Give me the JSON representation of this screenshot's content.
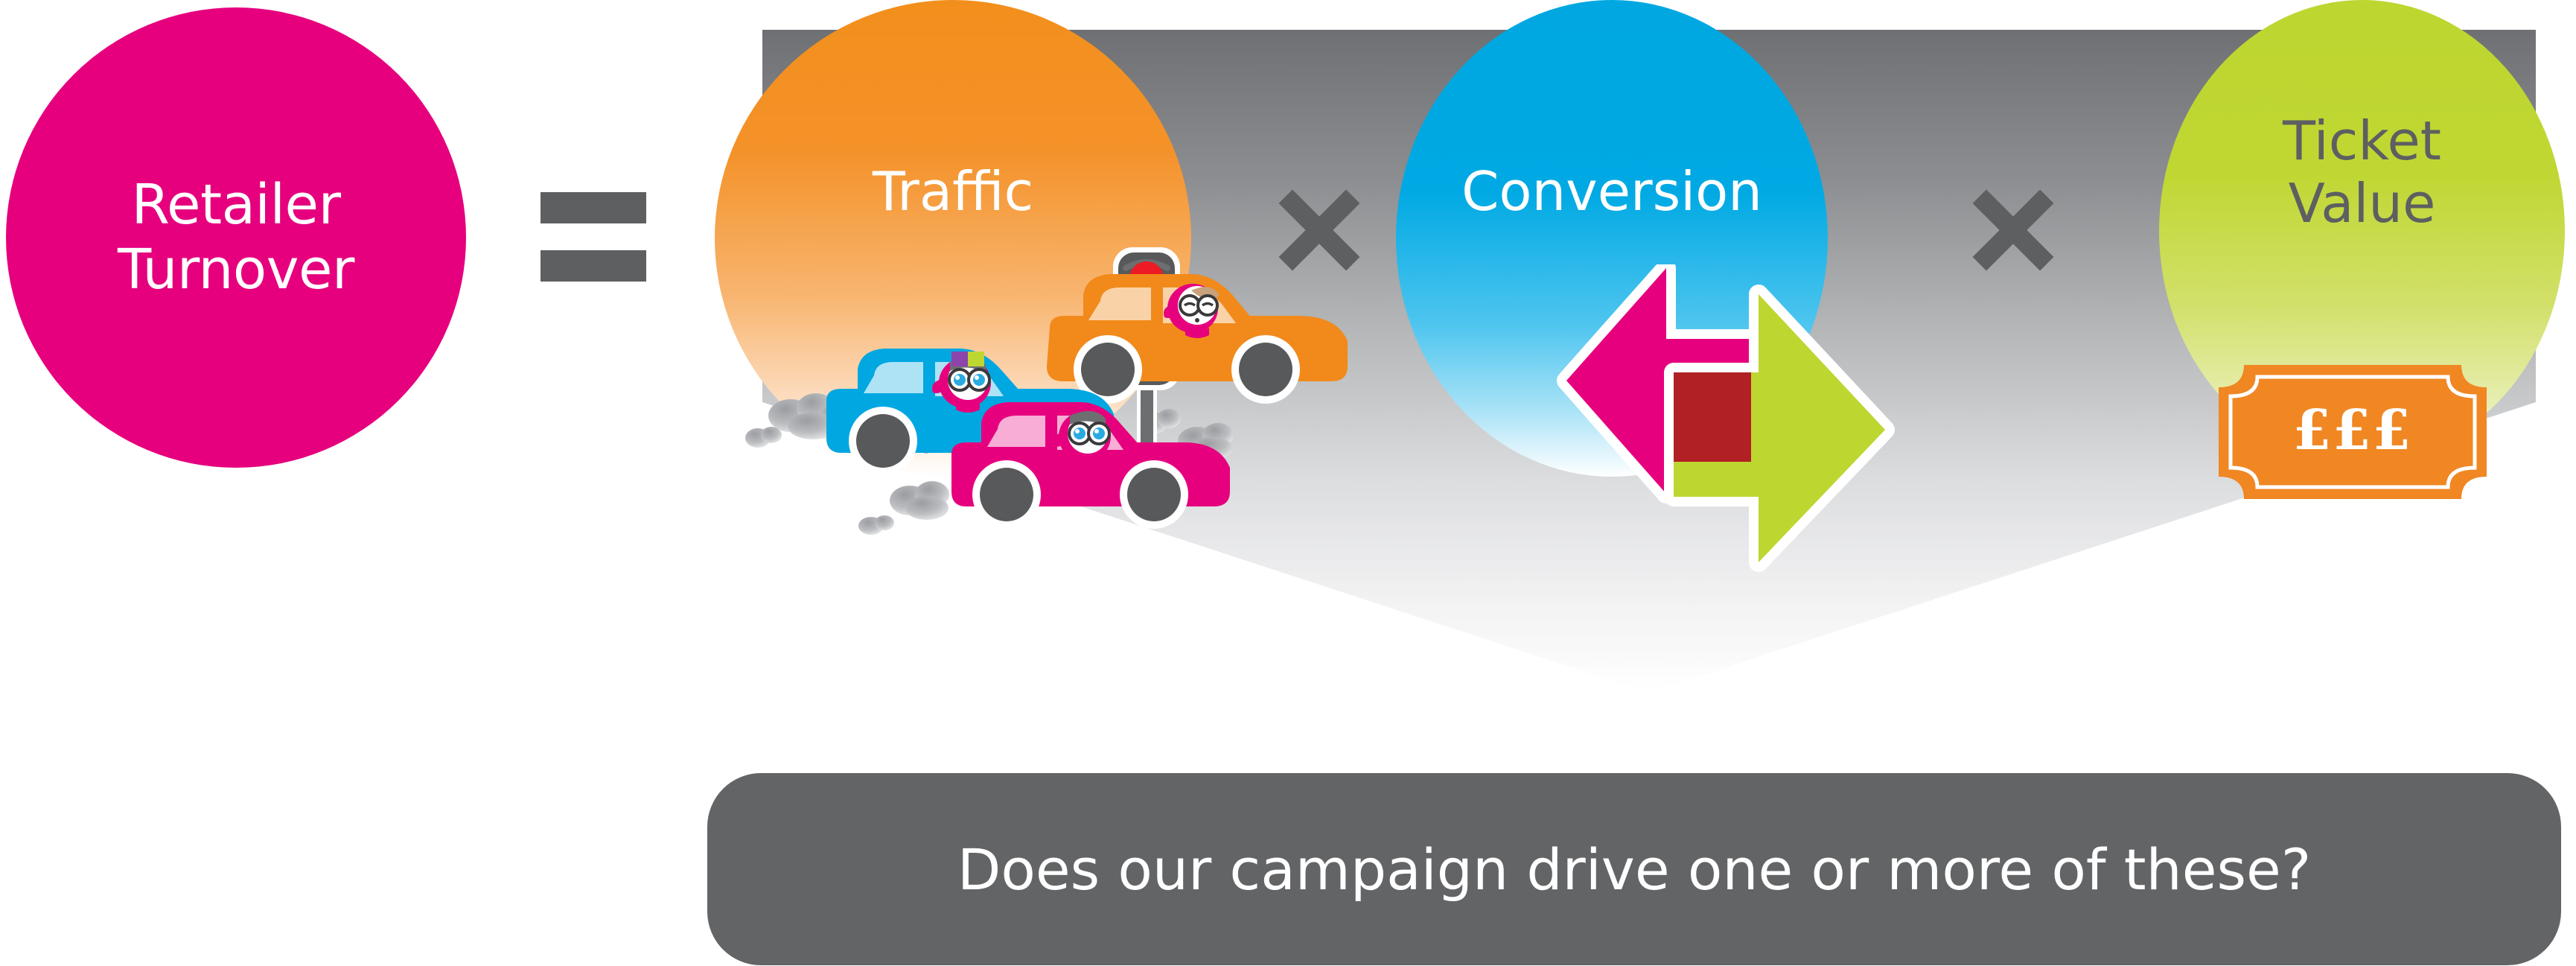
{
  "diagram": {
    "title": "Retailer Turnover equation",
    "equation_operators": {
      "equals": "=",
      "multiply_1": "×",
      "multiply_2": "×"
    },
    "result_node": {
      "label": "Retailer\nTurnover",
      "color": "#e6007e",
      "text_color": "#ffffff"
    },
    "factors": [
      {
        "id": "traffic",
        "label": "Traffic",
        "color": "#f28f1c",
        "text_color": "#ffffff",
        "illustration": "cars-traffic-light-scene",
        "illustration_items": [
          "traffic-light",
          "blue-car",
          "pink-car",
          "orange-car",
          "exhaust-clouds"
        ]
      },
      {
        "id": "conversion",
        "label": "Conversion",
        "color": "#00a7e1",
        "text_color": "#ffffff",
        "illustration": "two-way-arrows",
        "illustration_items": [
          "left-arrow-pink",
          "right-arrow-green",
          "overlap-dark-red"
        ]
      },
      {
        "id": "ticket-value",
        "label": "Ticket\nValue",
        "color": "#bed630",
        "text_color": "#5d5f61",
        "illustration": "price-ticket",
        "ticket_text": "£££",
        "ticket_color": "#f08723"
      }
    ],
    "banner": {
      "fill_top": "#6e7073",
      "fill_bottom": "#ffffff"
    },
    "caption": {
      "text": "Does our campaign drive one or more of these?",
      "background": "#636466",
      "text_color": "#ffffff"
    },
    "palette": {
      "magenta": "#e6007e",
      "orange": "#f28f1c",
      "blue": "#00a7e1",
      "green": "#bed630",
      "gray": "#5d5f61",
      "traffic_light_red": "#ed1c24",
      "traffic_light_amber": "#f7941e",
      "traffic_light_green": "#bed630",
      "arrow_overlap": "#b02025",
      "wheel_gray": "#58595b"
    }
  }
}
